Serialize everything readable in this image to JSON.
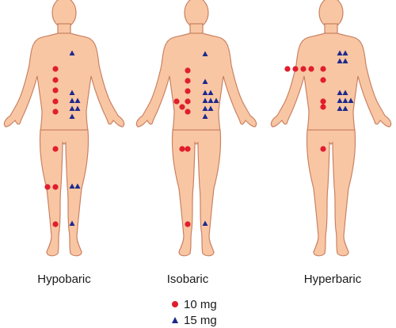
{
  "panels": [
    {
      "label": "Hypobaric",
      "circles": [
        [
          70,
          87
        ],
        [
          70,
          101
        ],
        [
          70,
          114
        ],
        [
          70,
          128
        ],
        [
          70,
          141
        ],
        [
          70,
          188
        ],
        [
          60,
          236
        ],
        [
          70,
          236
        ],
        [
          70,
          283
        ]
      ],
      "triangles": [
        [
          91,
          67
        ],
        [
          91,
          117
        ],
        [
          91,
          127
        ],
        [
          98,
          127
        ],
        [
          91,
          137
        ],
        [
          98,
          137
        ],
        [
          91,
          147
        ],
        [
          91,
          235
        ],
        [
          98,
          235
        ],
        [
          91,
          282
        ]
      ]
    },
    {
      "label": "Isobaric",
      "circles": [
        [
          237,
          89
        ],
        [
          237,
          102
        ],
        [
          237,
          115
        ],
        [
          223,
          128
        ],
        [
          237,
          128
        ],
        [
          230,
          135
        ],
        [
          237,
          141
        ],
        [
          230,
          188
        ],
        [
          237,
          188
        ],
        [
          237,
          283
        ]
      ],
      "triangles": [
        [
          259,
          68
        ],
        [
          259,
          103
        ],
        [
          259,
          117
        ],
        [
          266,
          117
        ],
        [
          259,
          127
        ],
        [
          266,
          127
        ],
        [
          273,
          127
        ],
        [
          259,
          137
        ],
        [
          266,
          137
        ],
        [
          259,
          147
        ],
        [
          259,
          282
        ]
      ]
    },
    {
      "label": "Hyperbaric",
      "circles": [
        [
          363,
          87
        ],
        [
          373,
          87
        ],
        [
          383,
          87
        ],
        [
          393,
          87
        ],
        [
          408,
          87
        ],
        [
          408,
          101
        ],
        [
          408,
          128
        ],
        [
          408,
          135
        ],
        [
          408,
          188
        ]
      ],
      "triangles": [
        [
          429,
          67
        ],
        [
          429,
          77
        ],
        [
          436,
          67
        ],
        [
          436,
          77
        ],
        [
          429,
          117
        ],
        [
          436,
          117
        ],
        [
          429,
          127
        ],
        [
          436,
          127
        ],
        [
          443,
          127
        ],
        [
          429,
          137
        ],
        [
          436,
          137
        ]
      ]
    }
  ],
  "legend": [
    {
      "symbol": "circle",
      "label": "10 mg"
    },
    {
      "symbol": "triangle",
      "label": "15 mg"
    }
  ],
  "colors": {
    "skin": "#f9c6a4",
    "outline": "#c98262",
    "circle": "#e01e2e",
    "triangle": "#1c2a8c"
  }
}
